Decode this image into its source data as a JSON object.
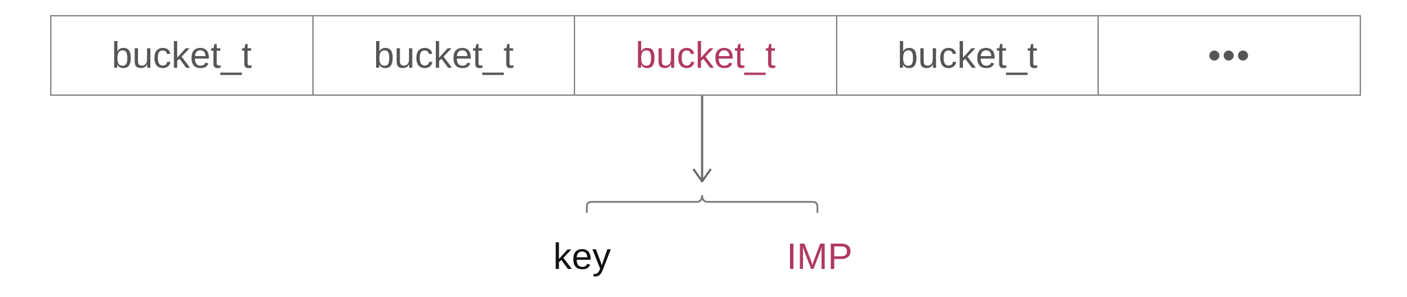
{
  "buckets": [
    {
      "label": "bucket_t",
      "highlighted": false
    },
    {
      "label": "bucket_t",
      "highlighted": false
    },
    {
      "label": "bucket_t",
      "highlighted": true
    },
    {
      "label": "bucket_t",
      "highlighted": false
    },
    {
      "label": "•••",
      "highlighted": false
    }
  ],
  "fields": {
    "key": "key",
    "imp": "IMP"
  },
  "colors": {
    "border": "#8a8a8a",
    "text": "#555555",
    "highlight": "#b0395f",
    "key_text": "#111111",
    "arrow": "#666666"
  }
}
